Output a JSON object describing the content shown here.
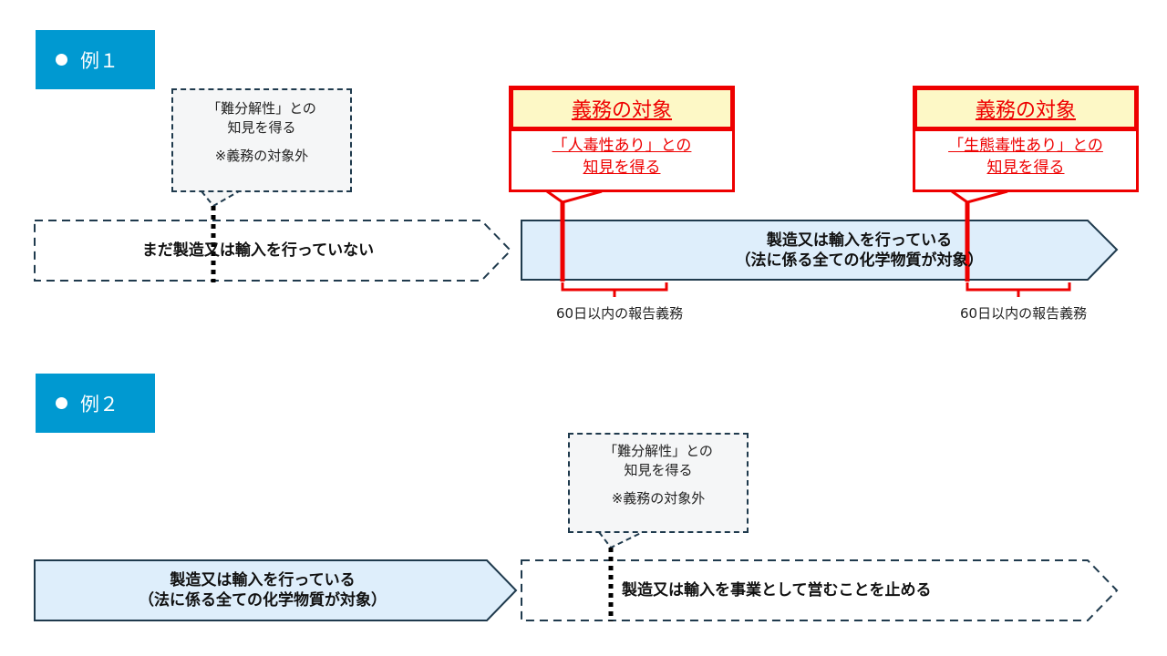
{
  "example1": {
    "label": "例１",
    "note": {
      "line1": "「難分解性」との",
      "line2": "知見を得る",
      "line3": "※義務の対象外"
    },
    "bar_not_yet": "まだ製造又は輸入を行っていない",
    "bar_doing": {
      "line1": "製造又は輸入を行っている",
      "line2": "（法に係る全ての化学物質が対象）"
    },
    "callout_left": {
      "head": "義務の対象",
      "line1": "「人毒性あり」との",
      "line2": "知見を得る"
    },
    "callout_right": {
      "head": "義務の対象",
      "line1": "「生態毒性あり」との",
      "line2": "知見を得る"
    },
    "caption_left": "60日以内の報告義務",
    "caption_right": "60日以内の報告義務"
  },
  "example2": {
    "label": "例２",
    "note": {
      "line1": "「難分解性」との",
      "line2": "知見を得る",
      "line3": "※義務の対象外"
    },
    "bar_doing": {
      "line1": "製造又は輸入を行っている",
      "line2": "（法に係る全ての化学物質が対象）"
    },
    "bar_stop": "製造又は輸入を事業として営むことを止める"
  },
  "colors": {
    "label_bg": "#0099d1",
    "red": "#ee0000",
    "bar_fill": "#deeefb",
    "dark_border": "#1f3a4d",
    "callout_head_bg": "#fdf8c6"
  }
}
